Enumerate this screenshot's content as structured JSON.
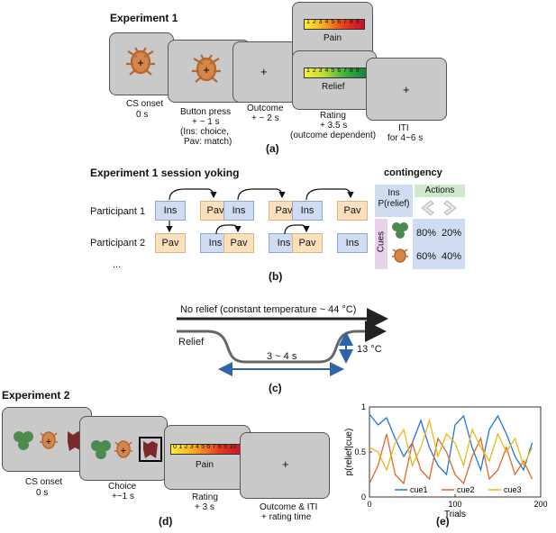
{
  "exp1": {
    "title": "Experiment 1",
    "cs_onset": "CS onset",
    "cs_onset_time": "0 s",
    "button_press": "Button press",
    "button_press_time": "+ ~ 1 s",
    "button_press_note1": "(Ins: choice,",
    "button_press_note2": "Pav: match)",
    "outcome": "Outcome",
    "outcome_time": "+ ~ 2 s",
    "rating": "Rating",
    "rating_time": "+ 3.5 s",
    "rating_note": "(outcome dependent)",
    "iti": "ITI",
    "iti_time": "for 4~6 s",
    "pain_label": "Pain",
    "relief_label": "Relief",
    "scale_numbers": "1 2 3 4 5 6 7 8 9",
    "plus": "+",
    "panel": "(a)"
  },
  "yoking": {
    "title": "Experiment 1 session yoking",
    "participant1": "Participant 1",
    "participant2": "Participant 2",
    "ellipsis": "...",
    "row1": [
      "Ins",
      "Pav",
      "Ins",
      "Pav",
      "Ins",
      "Pav"
    ],
    "row2": [
      "Pav",
      "Ins",
      "Pav",
      "Ins",
      "Pav",
      "Ins"
    ],
    "panel": "(b)"
  },
  "contingency": {
    "title": "contingency",
    "ins_label1": "Ins",
    "ins_label2": "P(relief)",
    "actions": "Actions",
    "cues": "Cues",
    "row1": [
      "80%",
      "20%"
    ],
    "row2": [
      "60%",
      "40%"
    ]
  },
  "temperature": {
    "no_relief": "No relief (constant temperature ~ 44 °C)",
    "relief": "Relief",
    "duration": "3 ~ 4 s",
    "delta": "13 °C",
    "panel": "(c)"
  },
  "exp2": {
    "title": "Experiment 2",
    "cs_onset": "CS onset",
    "cs_onset_time": "0 s",
    "choice": "Choice",
    "choice_time": "+~1 s",
    "rating": "Rating",
    "rating_time": "+ 3 s",
    "outcome": "Outcome & ITI",
    "outcome_time": "+ rating time",
    "pain_label": "Pain",
    "scale_numbers": "0 1 2 3 4 5 6 7 8 9 10",
    "plus": "+",
    "panel": "(d)"
  },
  "chart_data": {
    "type": "line",
    "xlabel": "Trials",
    "ylabel": "p(relief|cue)",
    "xlim": [
      0,
      200
    ],
    "ylim": [
      0,
      1
    ],
    "xticks": [
      0,
      100,
      200
    ],
    "yticks": [
      0,
      0.5,
      1
    ],
    "legend_position": "bottom",
    "series": [
      {
        "name": "cue1",
        "color": "#1f77d4",
        "x": [
          0,
          10,
          20,
          30,
          40,
          50,
          60,
          70,
          80,
          90,
          100,
          110,
          120,
          130,
          140,
          150,
          160,
          170,
          180,
          190
        ],
        "values": [
          0.92,
          0.8,
          0.88,
          0.65,
          0.45,
          0.6,
          0.85,
          0.55,
          0.35,
          0.25,
          0.8,
          0.9,
          0.55,
          0.3,
          0.75,
          0.9,
          0.7,
          0.45,
          0.3,
          0.6
        ]
      },
      {
        "name": "cue2",
        "color": "#e0662b",
        "x": [
          0,
          10,
          20,
          30,
          40,
          50,
          60,
          70,
          80,
          90,
          100,
          110,
          120,
          130,
          140,
          150,
          160,
          170,
          180,
          190
        ],
        "values": [
          0.15,
          0.35,
          0.7,
          0.25,
          0.15,
          0.6,
          0.3,
          0.2,
          0.65,
          0.5,
          0.25,
          0.15,
          0.45,
          0.65,
          0.2,
          0.3,
          0.55,
          0.25,
          0.4,
          0.2
        ]
      },
      {
        "name": "cue3",
        "color": "#e8b91c",
        "x": [
          0,
          10,
          20,
          30,
          40,
          50,
          60,
          70,
          80,
          90,
          100,
          110,
          120,
          130,
          140,
          150,
          160,
          170,
          180,
          190
        ],
        "values": [
          0.55,
          0.5,
          0.3,
          0.6,
          0.75,
          0.35,
          0.55,
          0.85,
          0.45,
          0.7,
          0.6,
          0.35,
          0.75,
          0.55,
          0.4,
          0.7,
          0.5,
          0.65,
          0.35,
          0.55
        ]
      }
    ],
    "panel": "(e)"
  }
}
